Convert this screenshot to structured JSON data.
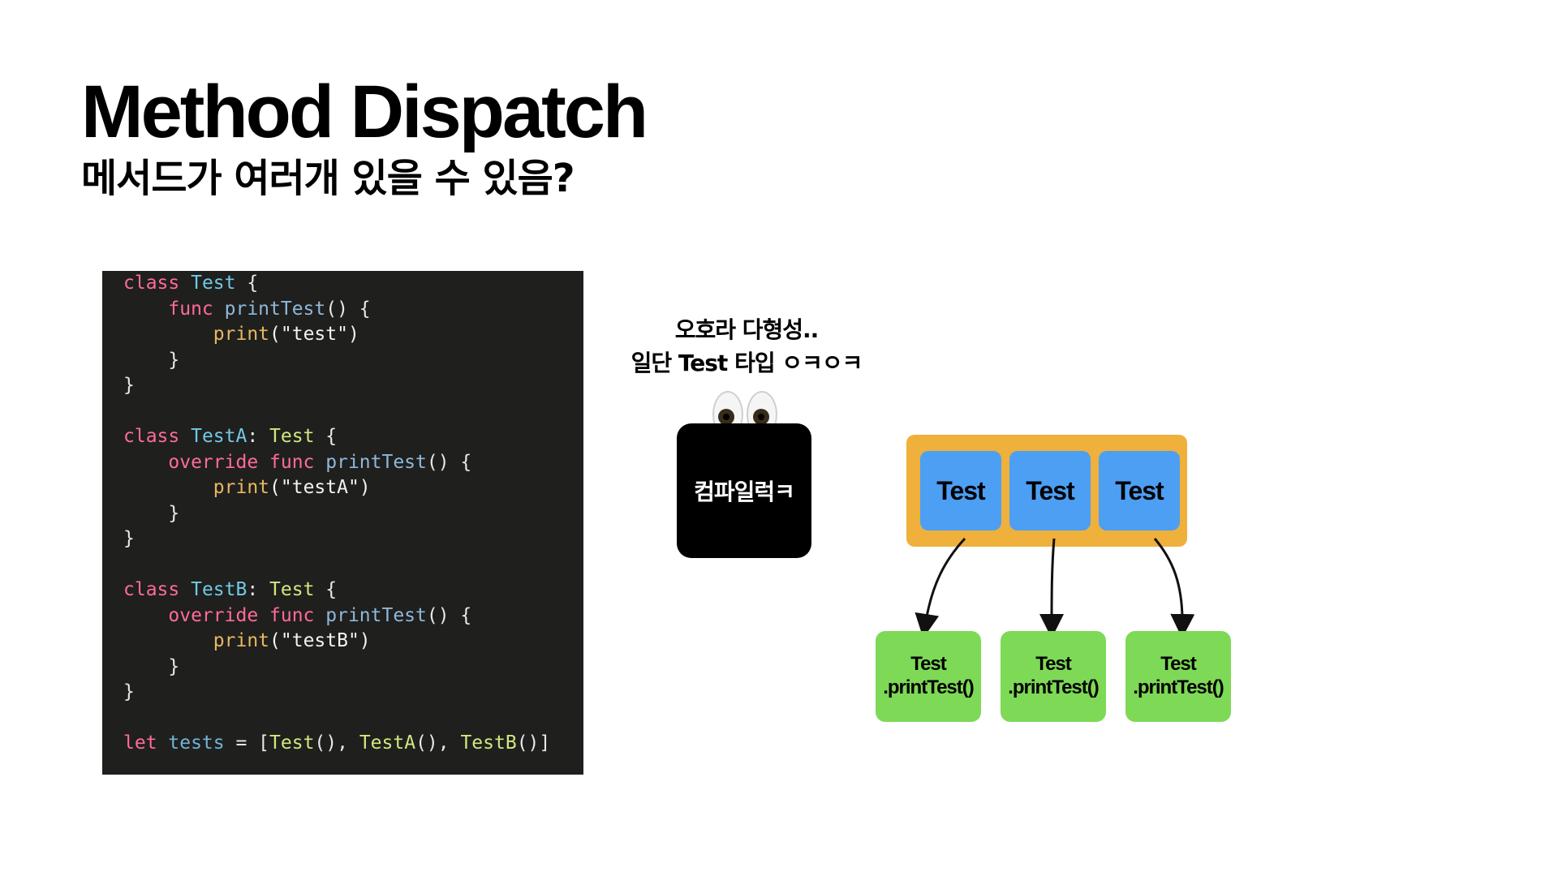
{
  "title": "Method Dispatch",
  "subtitle": "메서드가 여러개 있을 수 있음?",
  "code": {
    "lines": [
      [
        {
          "t": "class ",
          "c": "kw"
        },
        {
          "t": "Test",
          "c": "type"
        },
        {
          "t": " {",
          "c": "plain"
        }
      ],
      [
        {
          "t": "    func ",
          "c": "kw"
        },
        {
          "t": "printTest",
          "c": "fn"
        },
        {
          "t": "() {",
          "c": "plain"
        }
      ],
      [
        {
          "t": "        ",
          "c": "plain"
        },
        {
          "t": "print",
          "c": "print"
        },
        {
          "t": "(\"test\")",
          "c": "str"
        }
      ],
      [
        {
          "t": "    }",
          "c": "plain"
        }
      ],
      [
        {
          "t": "}",
          "c": "plain"
        }
      ],
      [
        {
          "t": "",
          "c": "plain"
        }
      ],
      [
        {
          "t": "class ",
          "c": "kw"
        },
        {
          "t": "TestA",
          "c": "type"
        },
        {
          "t": ": ",
          "c": "plain"
        },
        {
          "t": "Test",
          "c": "class"
        },
        {
          "t": " {",
          "c": "plain"
        }
      ],
      [
        {
          "t": "    override func ",
          "c": "kw"
        },
        {
          "t": "printTest",
          "c": "fn"
        },
        {
          "t": "() {",
          "c": "plain"
        }
      ],
      [
        {
          "t": "        ",
          "c": "plain"
        },
        {
          "t": "print",
          "c": "print"
        },
        {
          "t": "(\"testA\")",
          "c": "str"
        }
      ],
      [
        {
          "t": "    }",
          "c": "plain"
        }
      ],
      [
        {
          "t": "}",
          "c": "plain"
        }
      ],
      [
        {
          "t": "",
          "c": "plain"
        }
      ],
      [
        {
          "t": "class ",
          "c": "kw"
        },
        {
          "t": "TestB",
          "c": "type"
        },
        {
          "t": ": ",
          "c": "plain"
        },
        {
          "t": "Test",
          "c": "class"
        },
        {
          "t": " {",
          "c": "plain"
        }
      ],
      [
        {
          "t": "    override func ",
          "c": "kw"
        },
        {
          "t": "printTest",
          "c": "fn"
        },
        {
          "t": "() {",
          "c": "plain"
        }
      ],
      [
        {
          "t": "        ",
          "c": "plain"
        },
        {
          "t": "print",
          "c": "print"
        },
        {
          "t": "(\"testB\")",
          "c": "str"
        }
      ],
      [
        {
          "t": "    }",
          "c": "plain"
        }
      ],
      [
        {
          "t": "}",
          "c": "plain"
        }
      ],
      [
        {
          "t": "",
          "c": "plain"
        }
      ],
      [
        {
          "t": "let ",
          "c": "kw"
        },
        {
          "t": "tests",
          "c": "var"
        },
        {
          "t": " = [",
          "c": "plain"
        },
        {
          "t": "Test",
          "c": "class"
        },
        {
          "t": "(), ",
          "c": "plain"
        },
        {
          "t": "TestA",
          "c": "class"
        },
        {
          "t": "(), ",
          "c": "plain"
        },
        {
          "t": "TestB",
          "c": "class"
        },
        {
          "t": "()]",
          "c": "plain"
        }
      ]
    ]
  },
  "speech": {
    "line1": "오호라 다형성..",
    "line2": "일단 Test 타입 ㅇㅋㅇㅋ"
  },
  "compiler": {
    "label": "컴파일럭ㅋ",
    "eyes_icon": "eyes-emoji-icon"
  },
  "array": {
    "cells": [
      "Test",
      "Test",
      "Test"
    ]
  },
  "methods": [
    {
      "line1": "Test",
      "line2": ".printTest()"
    },
    {
      "line1": "Test",
      "line2": ".printTest()"
    },
    {
      "line1": "Test",
      "line2": ".printTest()"
    }
  ],
  "colors": {
    "code_bg": "#1f1f1e",
    "array_bg": "#efb03c",
    "cell_bg": "#4c9ff3",
    "method_bg": "#7ed957"
  }
}
